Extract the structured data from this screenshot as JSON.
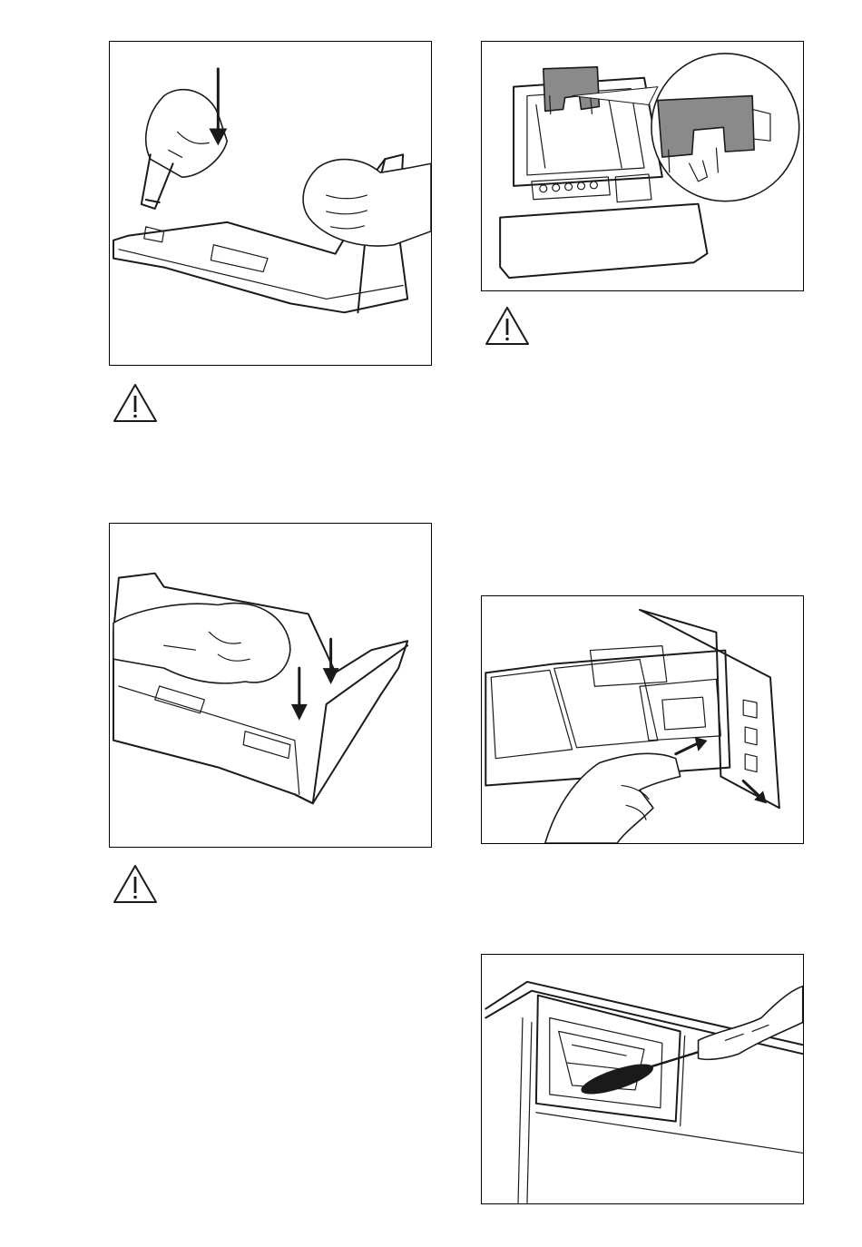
{
  "figures": [
    {
      "id": "fig-insert-siphon",
      "icon": "illustration"
    },
    {
      "id": "fig-siphon-detail",
      "icon": "illustration"
    },
    {
      "id": "fig-push-siphon-down",
      "icon": "illustration"
    },
    {
      "id": "fig-remove-dispenser",
      "icon": "illustration"
    },
    {
      "id": "fig-clean-recess",
      "icon": "illustration"
    }
  ],
  "warnings": [
    {
      "icon": "warning-triangle-icon"
    },
    {
      "icon": "warning-triangle-icon"
    },
    {
      "icon": "warning-triangle-icon"
    }
  ],
  "colors": {
    "line": "#1a1a1a",
    "part_highlight": "#8a8a8a",
    "background": "#ffffff"
  }
}
